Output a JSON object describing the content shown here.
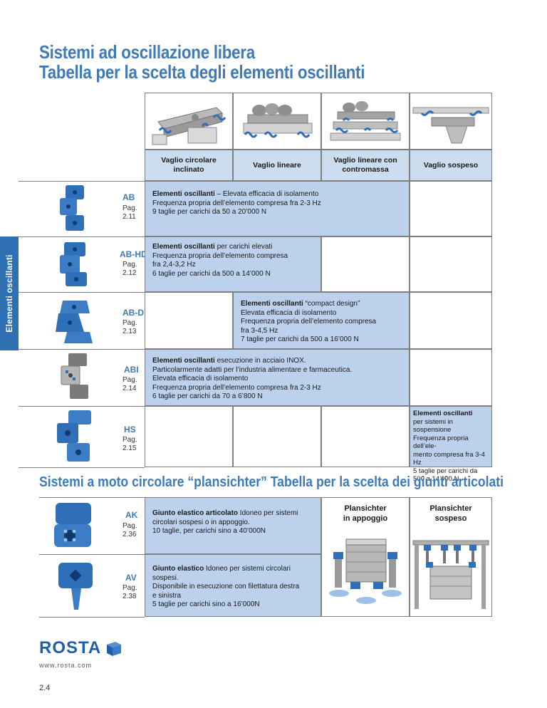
{
  "titles": {
    "line1": "Sistemi ad oscillazione libera",
    "line2": "Tabella per la scelta degli elementi oscillanti"
  },
  "side_tab": "Elementi oscillanti",
  "columns": [
    "Vaglio circolare inclinato",
    "Vaglio lineare",
    "Vaglio lineare con contromassa",
    "Vaglio sospeso"
  ],
  "rows": [
    {
      "code": "AB",
      "page_label": "Pag.",
      "page": "2.11",
      "desc_bold": "Elementi oscillanti",
      "desc_rest": " – Elevata efficacia di isolamento",
      "lines": [
        "Frequenza propria dell’elemento compresa fra 2-3 Hz",
        "9 taglie per carichi da 50 a 20’000 N"
      ]
    },
    {
      "code": "AB-HD",
      "page_label": "Pag.",
      "page": "2.12",
      "desc_bold": "Elementi oscillanti",
      "desc_rest": " per carichi elevati",
      "lines": [
        "Frequenza propria dell’elemento compresa",
        "fra 2,4-3,2 Hz",
        "6 taglie per carichi da 500 a 14’000 N"
      ]
    },
    {
      "code": "AB-D",
      "page_label": "Pag.",
      "page": "2.13",
      "desc_bold": "Elementi oscillanti",
      "desc_rest": " “compact design”",
      "lines": [
        "Elevata efficacia di isolamento",
        "Frequenza propria dell’elemento compresa",
        "fra 3-4,5 Hz",
        "7 taglie per carichi da 500 a 16’000 N"
      ]
    },
    {
      "code": "ABI",
      "page_label": "Pag.",
      "page": "2.14",
      "desc_bold": "Elementi oscillanti",
      "desc_rest": " esecuzione in acciaio INOX.",
      "lines": [
        "Particolarmente adatti per l’industria alimentare e farmaceutica.",
        "Elevata efficacia di isolamento",
        "Frequenza propria dell’elemento compresa fra 2-3 Hz",
        "6 taglie per carichi da 70 a 6’800 N"
      ]
    },
    {
      "code": "HS",
      "page_label": "Pag.",
      "page": "2.15",
      "desc_bold": "Elementi oscillanti",
      "desc_rest": "",
      "lines": [
        "per sistemi in sospensione",
        "Frequenza propria dell’ele-",
        "mento compresa fra 3-4 Hz",
        "5 taglie per carichi da",
        "500 a 14’000 N"
      ]
    }
  ],
  "section2": {
    "title": "Sistemi a moto circolare “plansichter” Tabella per la scelta dei giunti articolati",
    "col1": [
      "Plansichter",
      "in appoggio"
    ],
    "col2": [
      "Plansichter",
      "sospeso"
    ],
    "rows": [
      {
        "code": "AK",
        "page_label": "Pag.",
        "page": "2.36",
        "desc_bold": "Giunto elastico articolato",
        "desc_rest": " Idoneo per sistemi",
        "lines": [
          "circolari sospesi o in appoggio.",
          "10 taglie, per carichi sino a 40’000N"
        ]
      },
      {
        "code": "AV",
        "page_label": "Pag.",
        "page": "2.38",
        "desc_bold": "Giunto elastico",
        "desc_rest": " Idoneo per sistemi circolari",
        "lines": [
          "sospesi.",
          "Disponibile in esecuzione con filettatura destra",
          "e sinistra",
          "5 taglie per carichi sino a 16’000N"
        ]
      }
    ]
  },
  "footer": {
    "logo": "ROSTA",
    "url": "www.rosta.com",
    "page_number": "2.4"
  },
  "colors": {
    "accent": "#3f7ab7",
    "cell_blue": "#bcd1ec",
    "header_blue": "#cdddf0",
    "part_blue": "#2f6fb8"
  }
}
